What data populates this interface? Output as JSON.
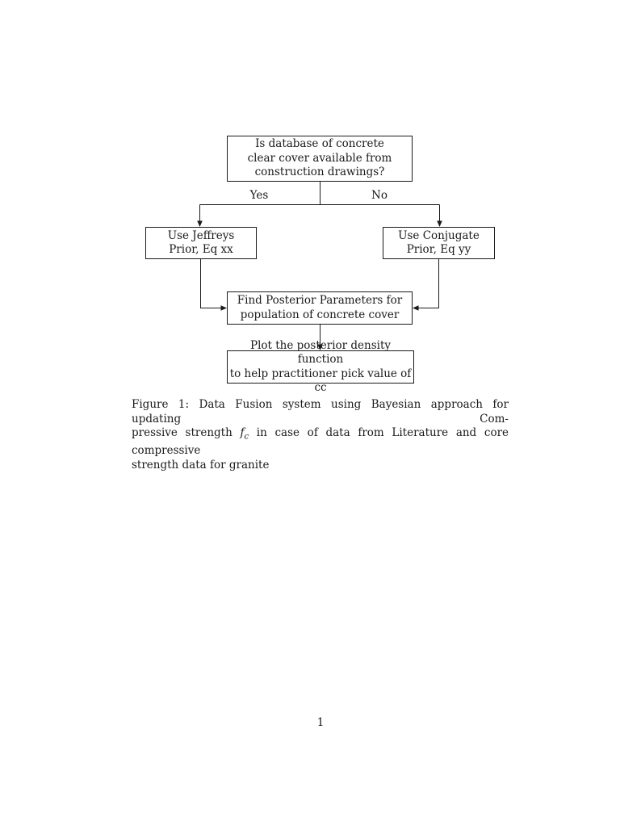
{
  "page": {
    "number": "1"
  },
  "flowchart": {
    "box_question": {
      "lines": [
        "Is database of concrete",
        "clear cover available from",
        "construction drawings?"
      ]
    },
    "label_yes": "Yes",
    "label_no": "No",
    "box_jeffreys": {
      "lines": [
        "Use Jeffreys",
        "Prior, Eq xx"
      ]
    },
    "box_conjugate": {
      "lines": [
        "Use Conjugate",
        "Prior, Eq yy"
      ]
    },
    "box_posterior": {
      "lines": [
        "Find Posterior Parameters for",
        "population of concrete cover"
      ]
    },
    "box_plot": {
      "lines": [
        "Plot the posterior density function",
        "to help practitioner pick value of cc"
      ]
    },
    "line_color": "#1a1a1a"
  },
  "caption": {
    "line1": "Figure 1: Data Fusion system using Bayesian approach for updating Com-",
    "line2_pre": "pressive strength",
    "math_var": "f",
    "math_sub": "c",
    "line2_post": "in case of data from Literature and core compressive",
    "line3": "strength data for granite"
  }
}
